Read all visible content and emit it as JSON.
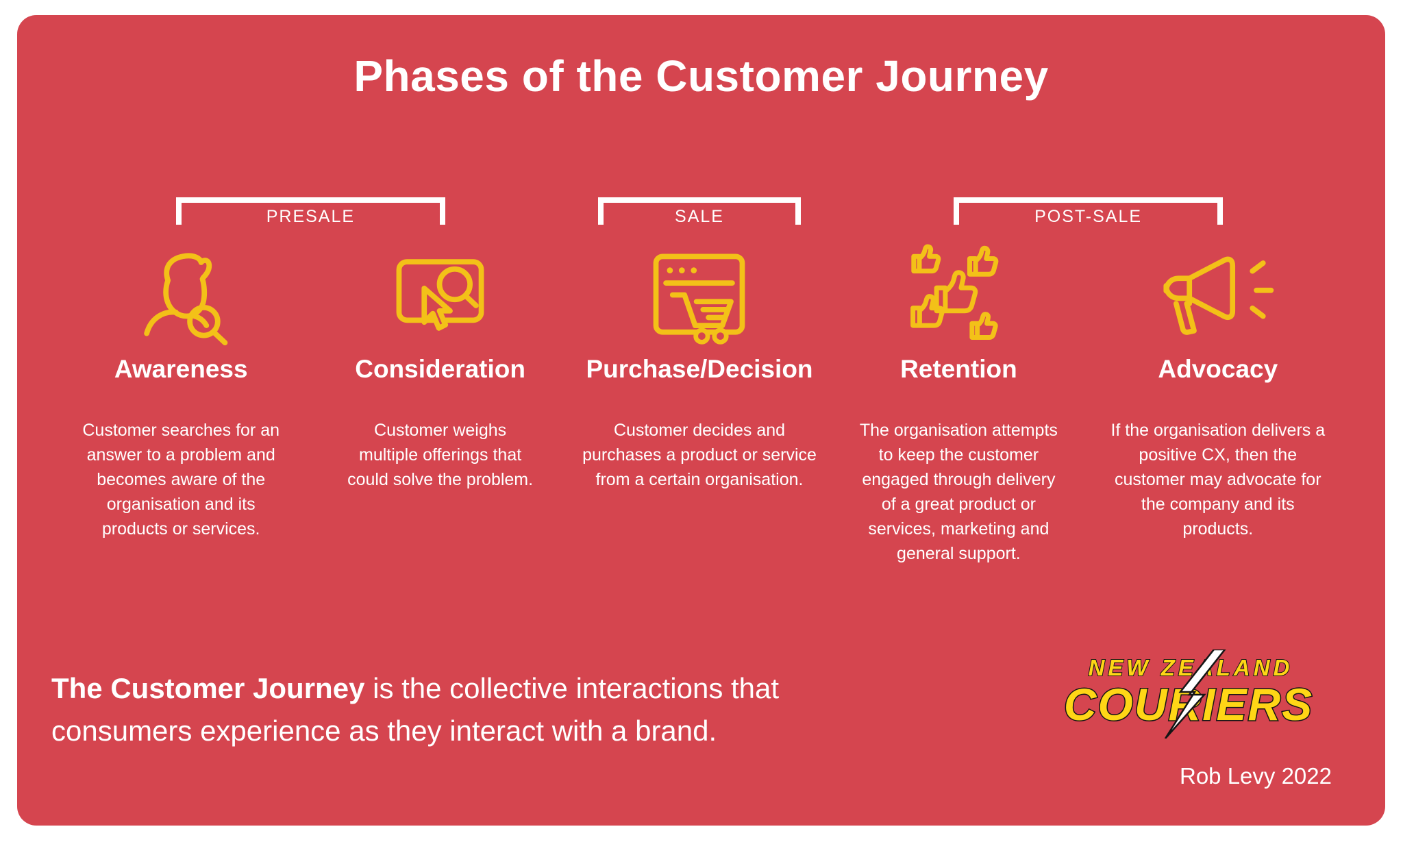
{
  "title": "Phases of the Customer Journey",
  "colors": {
    "page_background": "#FFFFFF",
    "card_background": "#D5454F",
    "icon_yellow": "#F3C118",
    "text_white": "#FFFFFF",
    "logo_yellow": "#FFD616",
    "logo_outline": "#151515"
  },
  "groups": [
    {
      "label": "PRESALE",
      "phases_spanned": 2
    },
    {
      "label": "SALE",
      "phases_spanned": 1
    },
    {
      "label": "POST-SALE",
      "phases_spanned": 2
    }
  ],
  "phases": [
    {
      "name": "Awareness",
      "icon": "person-search-icon",
      "description": "Customer searches for an answer to a problem and becomes aware of the organisation and its products or services."
    },
    {
      "name": "Consideration",
      "icon": "screen-cursor-search-icon",
      "description": "Customer weighs multiple offerings that could solve the problem."
    },
    {
      "name": "Purchase/Decision",
      "icon": "browser-shopping-cart-icon",
      "description": "Customer decides and purchases a product or service from a certain organisation."
    },
    {
      "name": "Retention",
      "icon": "thumbs-up-cluster-icon",
      "description": "The organisation attempts to keep the customer engaged through delivery of a great product or services, marketing and general support."
    },
    {
      "name": "Advocacy",
      "icon": "megaphone-icon",
      "description": "If the organisation delivers a positive CX, then the customer may advocate for the company and its products."
    }
  ],
  "footer": {
    "definition_bold": "The Customer Journey",
    "definition_rest": " is the collective interactions that consumers experience as they interact with a brand.",
    "logo": {
      "top": "NEW ZEALAND",
      "bottom": "COURIERS"
    },
    "credit": "Rob Levy 2022"
  }
}
